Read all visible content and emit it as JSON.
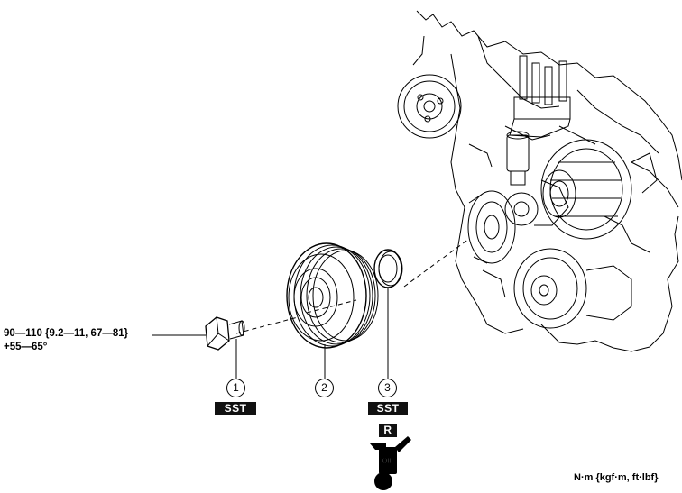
{
  "torque_spec": {
    "value_line": "90—110 {9.2—11, 67—81}",
    "angle_line": "+55—65°"
  },
  "callouts": [
    {
      "number": "1",
      "part": "crankshaft pulley lock bolt",
      "tool_badge": "SST"
    },
    {
      "number": "2",
      "part": "crankshaft pulley"
    },
    {
      "number": "3",
      "part": "front oil seal",
      "tool_badge": "SST",
      "replace_badge": "R",
      "oil_label": "OIL"
    }
  ],
  "units_note": "N·m {kgf·m, ft·lbf}",
  "colors": {
    "line": "#000000",
    "badge_bg": "#111111",
    "badge_text": "#ffffff"
  }
}
